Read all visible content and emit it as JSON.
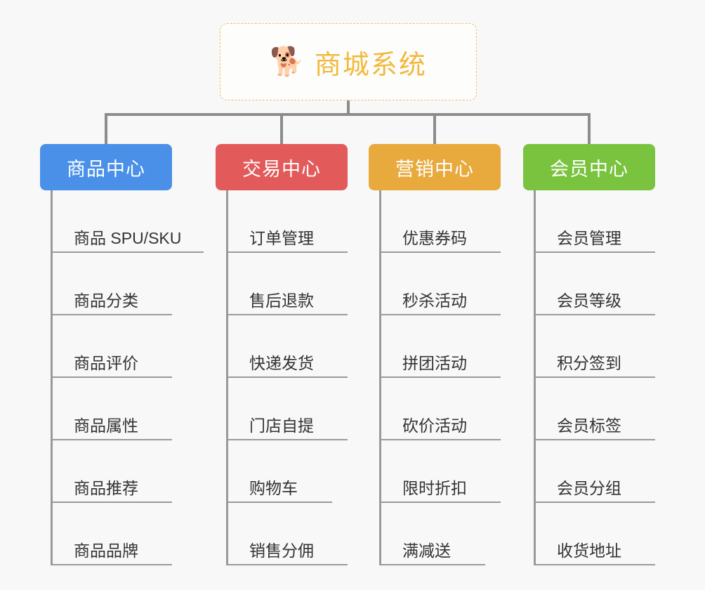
{
  "diagram": {
    "type": "tree",
    "background_color": "#f8f8f8",
    "line_color": "#8c8c8c",
    "root": {
      "icon": "shiba-dog-face-icon",
      "icon_glyph": "🐕",
      "title": "商城系统",
      "text_color": "#f2b93e",
      "border_color": "#f0c070",
      "border_style": "dashed"
    },
    "branches": [
      {
        "id": "b1",
        "label": "商品中心",
        "color": "#4a90e8",
        "leaves": [
          {
            "label": "商品 SPU/SKU",
            "width": "wide"
          },
          {
            "label": "商品分类",
            "width": "normal"
          },
          {
            "label": "商品评价",
            "width": "normal"
          },
          {
            "label": "商品属性",
            "width": "normal"
          },
          {
            "label": "商品推荐",
            "width": "normal"
          },
          {
            "label": "商品品牌",
            "width": "normal"
          }
        ]
      },
      {
        "id": "b2",
        "label": "交易中心",
        "color": "#e35a5a",
        "leaves": [
          {
            "label": "订单管理",
            "width": "normal"
          },
          {
            "label": "售后退款",
            "width": "normal"
          },
          {
            "label": "快递发货",
            "width": "normal"
          },
          {
            "label": "门店自提",
            "width": "normal"
          },
          {
            "label": "购物车",
            "width": "narrow"
          },
          {
            "label": "销售分佣",
            "width": "normal"
          }
        ]
      },
      {
        "id": "b3",
        "label": "营销中心",
        "color": "#e8a93d",
        "leaves": [
          {
            "label": "优惠券码",
            "width": "normal"
          },
          {
            "label": "秒杀活动",
            "width": "normal"
          },
          {
            "label": "拼团活动",
            "width": "normal"
          },
          {
            "label": "砍价活动",
            "width": "normal"
          },
          {
            "label": "限时折扣",
            "width": "normal"
          },
          {
            "label": "满减送",
            "width": "narrow"
          }
        ]
      },
      {
        "id": "b4",
        "label": "会员中心",
        "color": "#7ac33f",
        "leaves": [
          {
            "label": "会员管理",
            "width": "normal"
          },
          {
            "label": "会员等级",
            "width": "normal"
          },
          {
            "label": "积分签到",
            "width": "normal"
          },
          {
            "label": "会员标签",
            "width": "normal"
          },
          {
            "label": "会员分组",
            "width": "normal"
          },
          {
            "label": "收货地址",
            "width": "normal"
          }
        ]
      }
    ]
  }
}
